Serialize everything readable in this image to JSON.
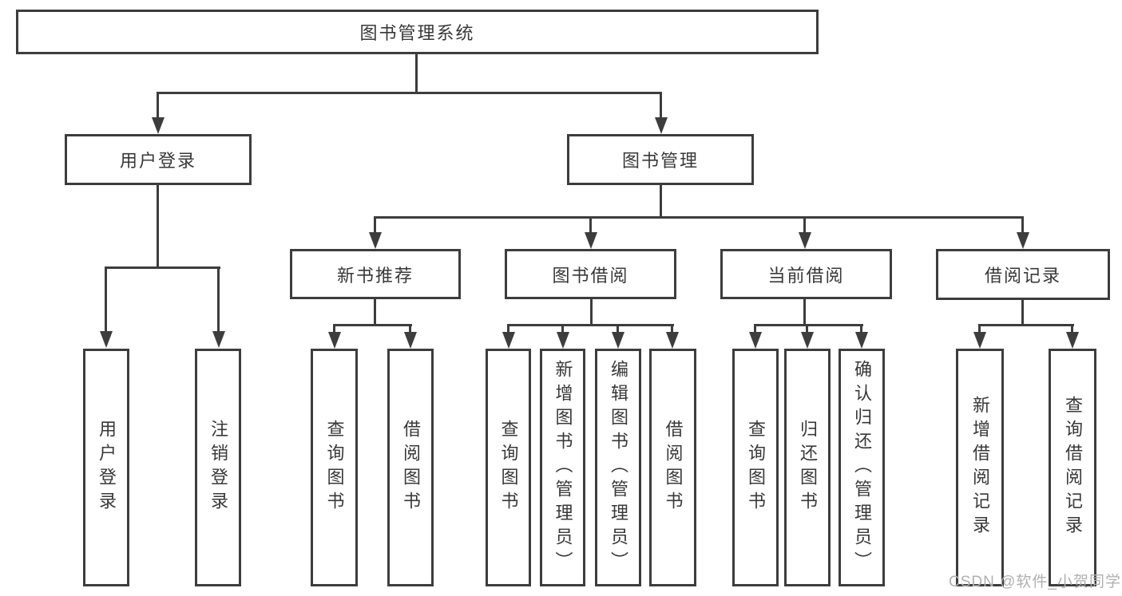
{
  "tree": {
    "label": "图书管理系统",
    "children": [
      {
        "label": "用户登录",
        "children": [
          {
            "label": "用户登录"
          },
          {
            "label": "注销登录"
          }
        ]
      },
      {
        "label": "图书管理",
        "children": [
          {
            "label": "新书推荐",
            "children": [
              {
                "label": "查询图书"
              },
              {
                "label": "借阅图书"
              }
            ]
          },
          {
            "label": "图书借阅",
            "children": [
              {
                "label": "查询图书"
              },
              {
                "label": "新增图书（管理员）"
              },
              {
                "label": "编辑图书（管理员）"
              },
              {
                "label": "借阅图书"
              }
            ]
          },
          {
            "label": "当前借阅",
            "children": [
              {
                "label": "查询图书"
              },
              {
                "label": "归还图书"
              },
              {
                "label": "确认归还（管理员）"
              }
            ]
          },
          {
            "label": "借阅记录",
            "children": [
              {
                "label": "新增借阅记录"
              },
              {
                "label": "查询借阅记录"
              }
            ]
          }
        ]
      }
    ]
  },
  "watermark": {
    "text": "CSDN @软件_小贺同学"
  },
  "colors": {
    "line": "#3d3d3d",
    "text": "#383838",
    "watermark": "#b0b0b0",
    "background": "#ffffff"
  }
}
